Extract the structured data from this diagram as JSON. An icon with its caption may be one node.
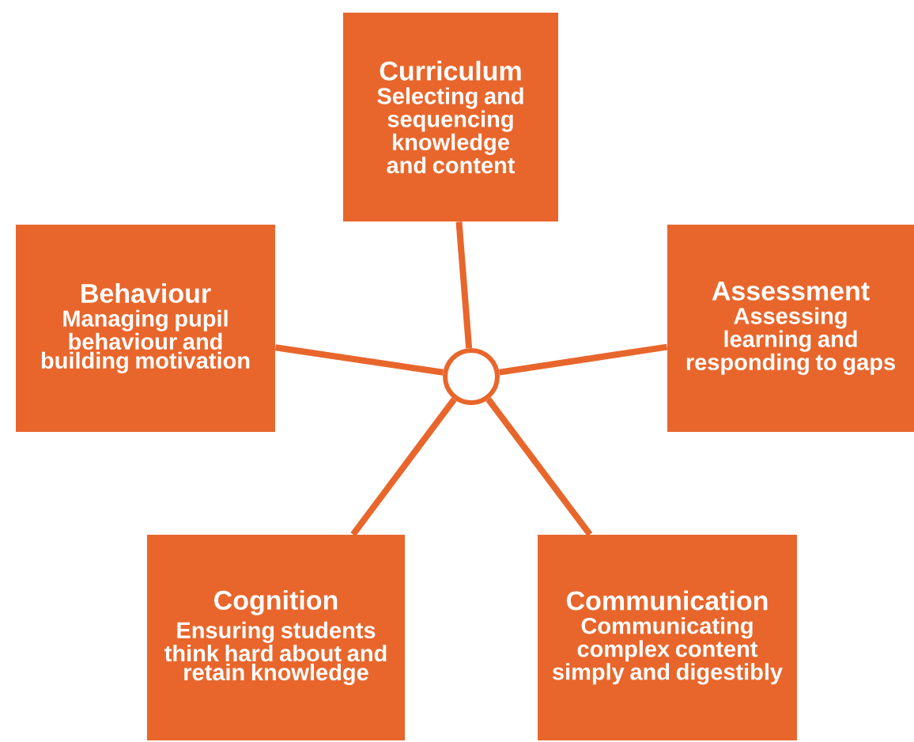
{
  "diagram": {
    "nodes": [
      {
        "text": [
          "Curriculum",
          "Selecting and sequencing knowledge and content"
        ]
      },
      {
        "text": [
          "Behaviour",
          "Managing pupil behaviour and building motivation"
        ]
      },
      {
        "text": [
          "Assessment",
          "Assessing learning and responding to gaps"
        ]
      },
      {
        "text": [],
        "shape": "circle"
      },
      {
        "text": [
          "Cognition",
          "Ensuring students think hard about and retain knowledge"
        ]
      },
      {
        "text": [
          "Communication",
          "Communicating complex content simply and digestibly"
        ]
      }
    ],
    "edges": [
      {
        "from": 3,
        "to": 0,
        "arrow": "none"
      },
      {
        "from": 3,
        "to": 1,
        "arrow": "none"
      },
      {
        "from": 3,
        "to": 2,
        "arrow": "none"
      },
      {
        "from": 3,
        "to": 4,
        "arrow": "none"
      },
      {
        "from": 3,
        "to": 5,
        "arrow": "none"
      }
    ]
  }
}
